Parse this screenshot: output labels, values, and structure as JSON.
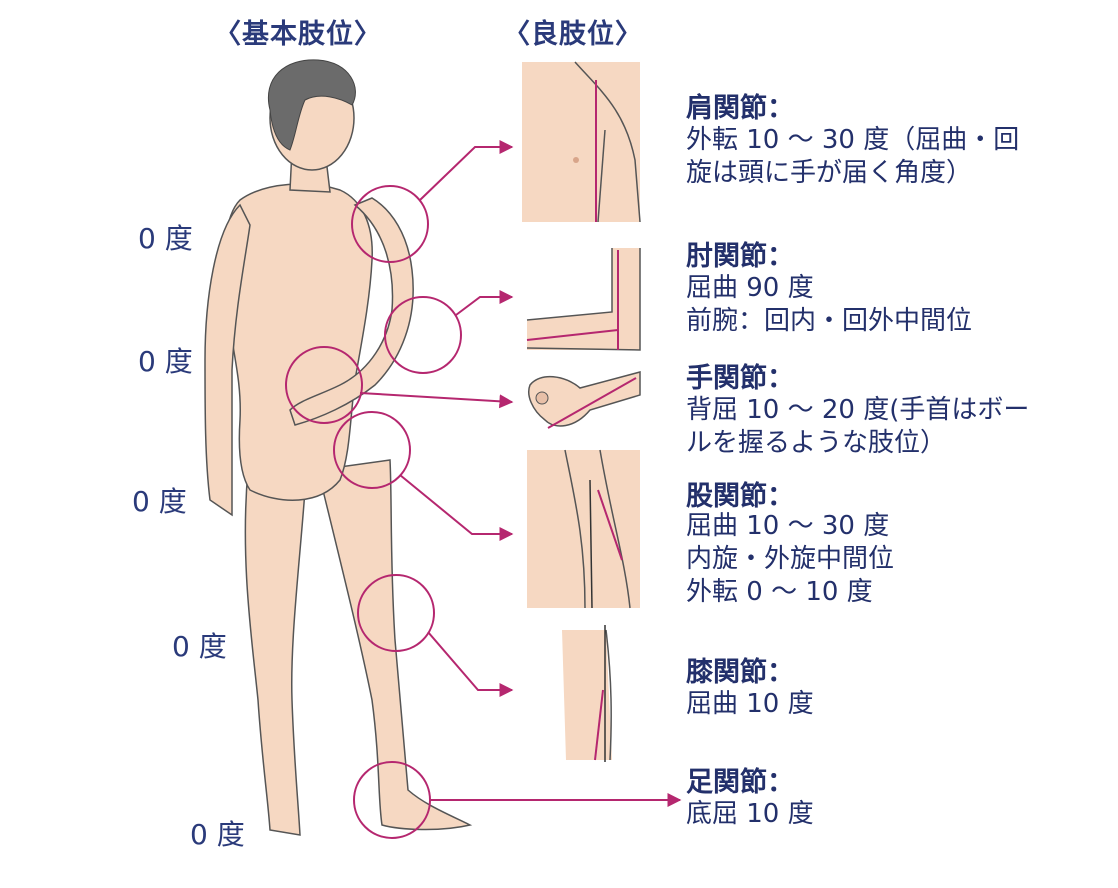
{
  "headers": {
    "basic": "〈基本肢位〉",
    "good": "〈良肢位〉"
  },
  "degree_labels": [
    "0 度",
    "0 度",
    "0 度",
    "0 度",
    "0 度"
  ],
  "joints": [
    {
      "title": "肩関節：",
      "lines": [
        "外転 10 〜 30 度（屈曲・回",
        "旋は頭に手が届く角度）"
      ]
    },
    {
      "title": "肘関節：",
      "lines": [
        "屈曲 90 度",
        "前腕：回内・回外中間位"
      ]
    },
    {
      "title": "手関節：",
      "lines": [
        "背屈 10 〜 20 度(手首はボー",
        "ルを握るような肢位）"
      ]
    },
    {
      "title": "股関節：",
      "lines": [
        "屈曲 10 〜 30 度",
        "内旋・外旋中間位",
        "外転 0 〜 10 度"
      ]
    },
    {
      "title": "膝関節：",
      "lines": [
        "屈曲 10 度"
      ]
    },
    {
      "title": "足関節：",
      "lines": [
        "底屈 10 度"
      ]
    }
  ],
  "colors": {
    "accent": "#b5276f",
    "text": "#23306b",
    "skin": "#f6d8c2",
    "hair": "#6b6b6b"
  }
}
